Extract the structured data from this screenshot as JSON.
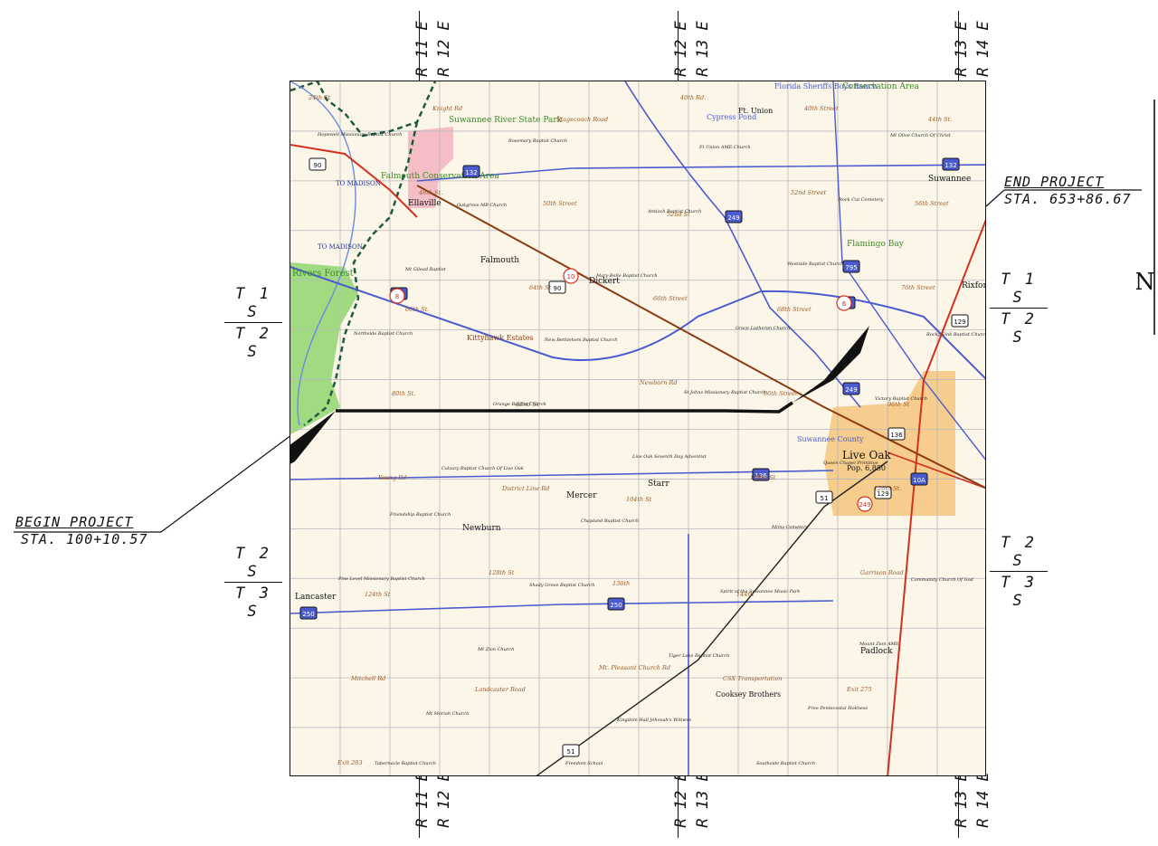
{
  "range_labels": {
    "top": [
      {
        "upper": "R 11 E",
        "lower": "R 12 E"
      },
      {
        "upper": "R 12 E",
        "lower": "R 13 E"
      },
      {
        "upper": "R 13 E",
        "lower": "R 14 E"
      }
    ],
    "bottom": [
      {
        "upper": "R 11 E",
        "lower": "R 12 E"
      },
      {
        "upper": "R 12 E",
        "lower": "R 13 E"
      },
      {
        "upper": "R 13 E",
        "lower": "R 14 E"
      }
    ]
  },
  "township_labels": {
    "left": [
      {
        "upper": "T 1 S",
        "lower": "T 2 S"
      },
      {
        "upper": "T 2 S",
        "lower": "T 3 S"
      }
    ],
    "right": [
      {
        "upper": "T 1 S",
        "lower": "T 2 S"
      },
      {
        "upper": "T 2 S",
        "lower": "T 3 S"
      }
    ]
  },
  "project": {
    "begin_title": "BEGIN PROJECT",
    "begin_station": "STA. 100+10.57",
    "end_title": "END PROJECT",
    "end_station": "STA. 653+86.67"
  },
  "colors": {
    "background": "#fbf6e8",
    "project_line": "#111111",
    "section_line": "#b8b8c0",
    "interstate": "#4a5bd0",
    "us_highway": "#d2311f",
    "rail": "#8a3b12",
    "river": "#6a8be0",
    "forest": "#8fd66e",
    "park": "#f3b4c0",
    "city": "#f6cd8c",
    "boundary": "#1d5c3d"
  },
  "map": {
    "places": [
      {
        "name": "Live Oak",
        "kind": "city"
      },
      {
        "name": "Pop. 6,850",
        "kind": "pop"
      },
      {
        "name": "Ellaville",
        "kind": "town"
      },
      {
        "name": "Falmouth",
        "kind": "town"
      },
      {
        "name": "Dickert",
        "kind": "town"
      },
      {
        "name": "Mercer",
        "kind": "town"
      },
      {
        "name": "Newburn",
        "kind": "town"
      },
      {
        "name": "Starr",
        "kind": "town"
      },
      {
        "name": "Lancaster",
        "kind": "town"
      },
      {
        "name": "Padlock",
        "kind": "town"
      },
      {
        "name": "Suwannee",
        "kind": "town"
      },
      {
        "name": "Rixford",
        "kind": "town"
      },
      {
        "name": "Kittyhawk Estates",
        "kind": "area"
      },
      {
        "name": "Suwannee County",
        "kind": "area"
      },
      {
        "name": "Flamingo Bay",
        "kind": "water"
      },
      {
        "name": "Cypress Pond",
        "kind": "water"
      },
      {
        "name": "Suwannee River State Park",
        "kind": "park"
      },
      {
        "name": "Falmouth Conservation Area",
        "kind": "park"
      },
      {
        "name": "Conservation Area",
        "kind": "park"
      },
      {
        "name": "Rivers Forest",
        "kind": "park"
      },
      {
        "name": "Ft. Union",
        "kind": "town"
      },
      {
        "name": "Cooksey Brothers",
        "kind": "town"
      },
      {
        "name": "Florida Sheriffs Boys Ranch",
        "kind": "poi"
      }
    ],
    "directions": [
      {
        "text": "TO MADISON"
      },
      {
        "text": "TO MADISON"
      }
    ],
    "routes": [
      {
        "label": "10",
        "kind": "i"
      },
      {
        "label": "10",
        "kind": "i"
      },
      {
        "label": "90",
        "kind": "us"
      },
      {
        "label": "90",
        "kind": "us"
      },
      {
        "label": "129",
        "kind": "us"
      },
      {
        "label": "129",
        "kind": "us"
      },
      {
        "label": "51",
        "kind": "sr"
      },
      {
        "label": "51",
        "kind": "sr"
      },
      {
        "label": "136",
        "kind": "sr"
      },
      {
        "label": "132",
        "kind": "cr"
      },
      {
        "label": "132",
        "kind": "cr"
      },
      {
        "label": "249",
        "kind": "cr"
      },
      {
        "label": "249",
        "kind": "cr"
      },
      {
        "label": "250",
        "kind": "cr"
      },
      {
        "label": "250",
        "kind": "cr"
      },
      {
        "label": "136",
        "kind": "cr"
      },
      {
        "label": "795",
        "kind": "cr"
      },
      {
        "label": "10A",
        "kind": "cr"
      },
      {
        "label": "8",
        "kind": "circle"
      },
      {
        "label": "6",
        "kind": "circle"
      },
      {
        "label": "10",
        "kind": "circle"
      },
      {
        "label": "249",
        "kind": "circle"
      }
    ],
    "roads": [
      "24th St",
      "Knight Rd",
      "Stagecoach Road",
      "40th Rd.",
      "40th Street",
      "44th St.",
      "48th St.",
      "50th Street",
      "52nd St",
      "52nd Street",
      "56th Street",
      "60th St.",
      "64th St",
      "66th Street",
      "68th Street",
      "76th Street",
      "80th St.",
      "82nd St",
      "Newborn Rd",
      "96th Street",
      "96th St",
      "Young Rd",
      "District Line Rd",
      "104th St",
      "108th St",
      "120th St.",
      "124th St",
      "128th St",
      "136th",
      "144th",
      "Garrison Road",
      "Mitchell Rd",
      "Landcaster Road",
      "Mt. Pleasant Church Rd",
      "CSX Transportation",
      "Exit 275",
      "Exit 283"
    ],
    "churches": [
      "Hopewell Missionary Baptist Church",
      "Rosemary Baptist Church",
      "Ft Union AME Church",
      "Mt Olive Church Of Christ",
      "Oakgrove MB Church",
      "Antioch Baptist Church",
      "Rock Cut Cemetery",
      "Mt Gilead Baptist",
      "Mary Belle Baptist Church",
      "Westside Baptist Church",
      "Northside Baptist Church",
      "New Bethlehem Baptist Church",
      "Grace Lutheran Church",
      "Rocky Sink Baptist Church",
      "Orange Baptist Church",
      "St Johns Missionary Baptist Church",
      "Victory Baptist Church",
      "Calvary Baptist Church Of Live Oak",
      "Live Oak Seventh Day Adventist",
      "Queen Chapel Primitive",
      "Friendship Baptist Church",
      "Chapland Baptist Church",
      "Mims Cemetery",
      "Pine Level Missionary Baptist Church",
      "Shady Grove Baptist Church",
      "Spirit of the Suwannee Music Park",
      "Community Church Of God",
      "Mt Zion Church",
      "Tiger Lake Baptist Church",
      "Mount Zion AME",
      "Mt Moriah Church",
      "Kingdom Hall Jehovah's Witness",
      "Free Pentecostal Holiness",
      "Tabernacle Baptist Church",
      "Freedom School",
      "Southside Baptist Church"
    ]
  }
}
